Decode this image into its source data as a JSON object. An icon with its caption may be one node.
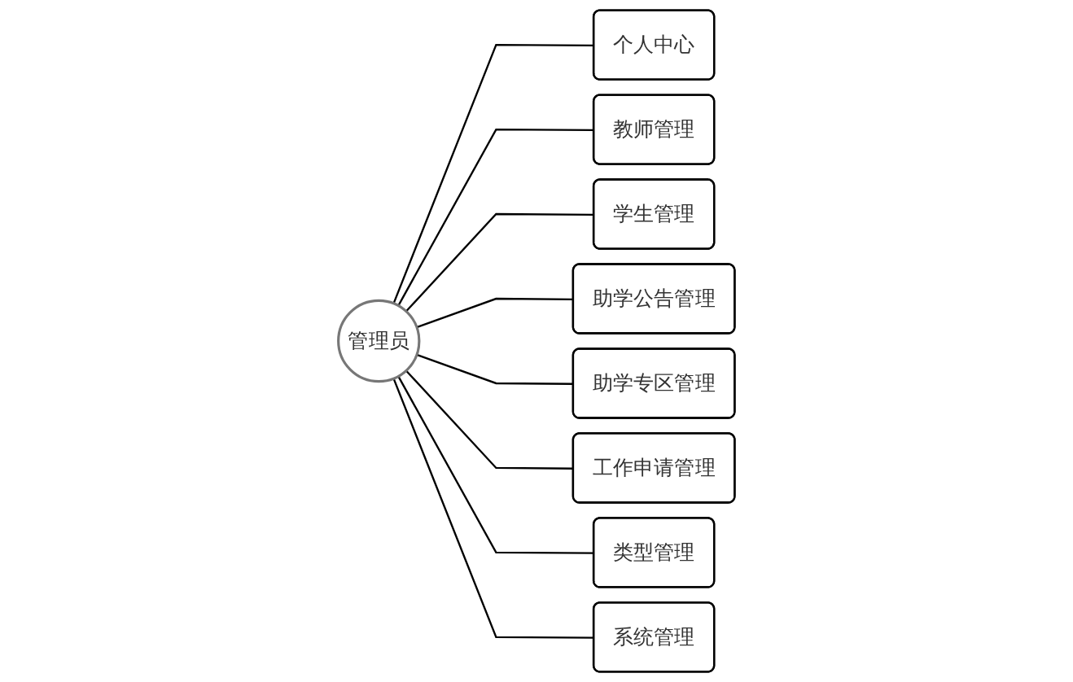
{
  "diagram": {
    "nodes": [
      {
        "text": [
          "管理员"
        ]
      },
      {
        "text": [
          "个人中心"
        ]
      },
      {
        "text": [
          "教师管理"
        ]
      },
      {
        "text": [
          "学生管理"
        ]
      },
      {
        "text": [
          "助学公告管理"
        ]
      },
      {
        "text": [
          "助学专区管理"
        ]
      },
      {
        "text": [
          "工作申请管理"
        ]
      },
      {
        "text": [
          "类型管理"
        ]
      },
      {
        "text": [
          "系统管理"
        ]
      }
    ],
    "edges": [
      {
        "from": 0,
        "to": 1,
        "arrow": "none"
      },
      {
        "from": 0,
        "to": 2,
        "arrow": "none"
      },
      {
        "from": 0,
        "to": 3,
        "arrow": "none"
      },
      {
        "from": 0,
        "to": 4,
        "arrow": "none"
      },
      {
        "from": 0,
        "to": 5,
        "arrow": "none"
      },
      {
        "from": 0,
        "to": 6,
        "arrow": "none"
      },
      {
        "from": 0,
        "to": 7,
        "arrow": "none"
      },
      {
        "from": 0,
        "to": 8,
        "arrow": "none"
      }
    ]
  }
}
